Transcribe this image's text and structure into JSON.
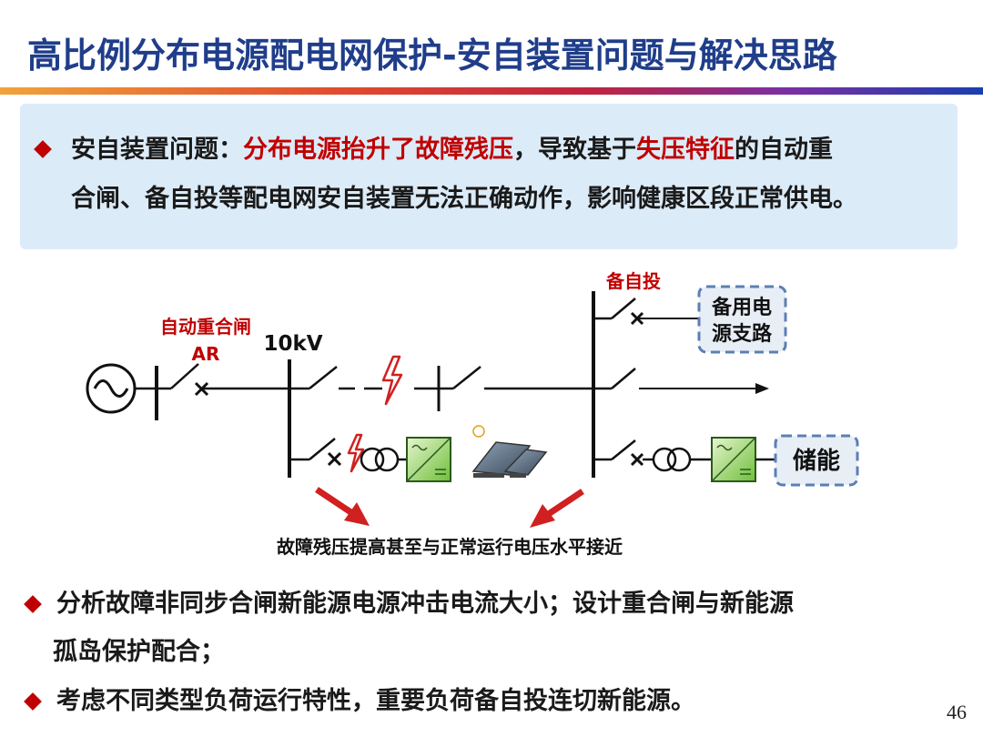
{
  "title": "高比例分布电源配电网保护-安自装置问题与解决思路",
  "problem": {
    "label": "安自装置问题：",
    "red1": "分布电源抬升了故障残压",
    "mid": "，导致基于",
    "red2": "失压特征",
    "end1": "的自动重",
    "line2": "合闸、备自投等配电网安自装置无法正确动作，影响健康区段正常供电。"
  },
  "diagram": {
    "ar_label": "自动重合闸",
    "ar_abbrev": "AR",
    "bus_label": "10kV",
    "bzt_label": "备自投",
    "backup_branch_l1": "备用电",
    "backup_branch_l2": "源支路",
    "storage_label": "储能",
    "caption": "故障残压提高甚至与正常运行电压水平接近"
  },
  "solutions": [
    {
      "line1": "分析故障非同步合闸新能源电源冲击电流大小；设计重合闸与新能源",
      "line2": "孤岛保护配合；"
    },
    {
      "line1": "考虑不同类型负荷运行特性，重要负荷备自投连切新能源。"
    }
  ],
  "page_number": "46",
  "colors": {
    "title": "#1f3d8a",
    "accent_red": "#c00000",
    "box_bg": "#dcebf8",
    "dashed_border": "#5b7fb5"
  }
}
